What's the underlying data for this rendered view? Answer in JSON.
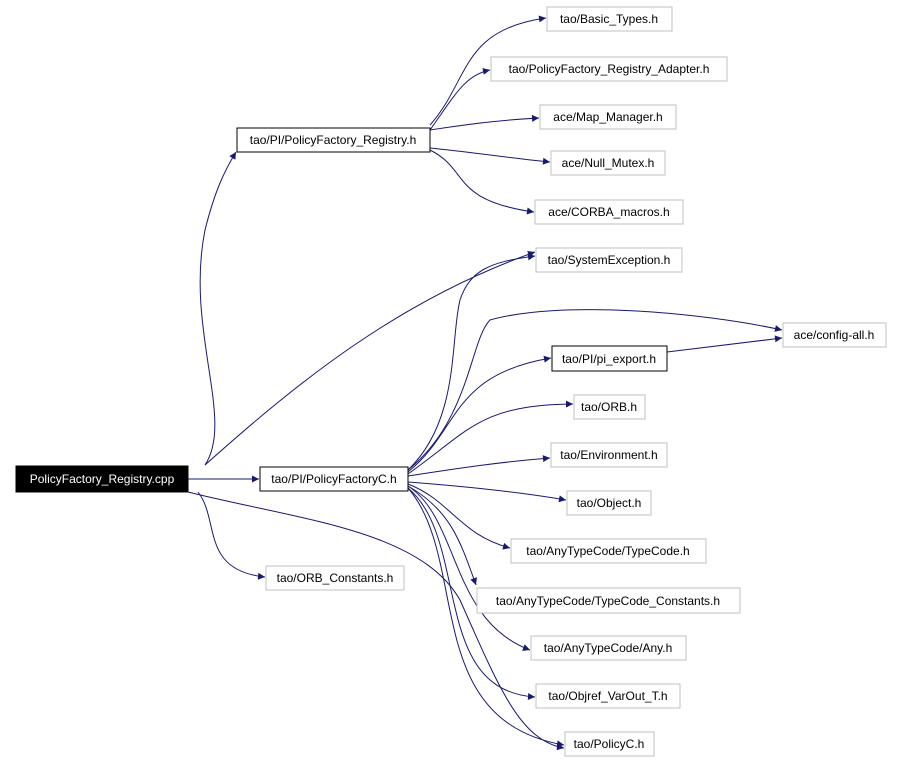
{
  "graph": {
    "nodes": [
      {
        "id": "root",
        "label": "PolicyFactory_Registry.cpp",
        "kind": "root"
      },
      {
        "id": "reg",
        "label": "tao/PI/PolicyFactory_Registry.h",
        "kind": "documented"
      },
      {
        "id": "pfc",
        "label": "tao/PI/PolicyFactoryC.h",
        "kind": "documented"
      },
      {
        "id": "orbc",
        "label": "tao/ORB_Constants.h",
        "kind": "external"
      },
      {
        "id": "basic",
        "label": "tao/Basic_Types.h",
        "kind": "external"
      },
      {
        "id": "adapter",
        "label": "tao/PolicyFactory_Registry_Adapter.h",
        "kind": "external"
      },
      {
        "id": "map",
        "label": "ace/Map_Manager.h",
        "kind": "external"
      },
      {
        "id": "null",
        "label": "ace/Null_Mutex.h",
        "kind": "external"
      },
      {
        "id": "corba",
        "label": "ace/CORBA_macros.h",
        "kind": "external"
      },
      {
        "id": "sysex",
        "label": "tao/SystemException.h",
        "kind": "external"
      },
      {
        "id": "config",
        "label": "ace/config-all.h",
        "kind": "external"
      },
      {
        "id": "piexp",
        "label": "tao/PI/pi_export.h",
        "kind": "documented"
      },
      {
        "id": "orb",
        "label": "tao/ORB.h",
        "kind": "external"
      },
      {
        "id": "env",
        "label": "tao/Environment.h",
        "kind": "external"
      },
      {
        "id": "obj",
        "label": "tao/Object.h",
        "kind": "external"
      },
      {
        "id": "tc",
        "label": "tao/AnyTypeCode/TypeCode.h",
        "kind": "external"
      },
      {
        "id": "tcc",
        "label": "tao/AnyTypeCode/TypeCode_Constants.h",
        "kind": "external"
      },
      {
        "id": "any",
        "label": "tao/AnyTypeCode/Any.h",
        "kind": "external"
      },
      {
        "id": "objref",
        "label": "tao/Objref_VarOut_T.h",
        "kind": "external"
      },
      {
        "id": "policyc",
        "label": "tao/PolicyC.h",
        "kind": "external"
      }
    ],
    "edges": [
      [
        "root",
        "reg"
      ],
      [
        "root",
        "pfc"
      ],
      [
        "root",
        "orbc"
      ],
      [
        "root",
        "sysex"
      ],
      [
        "root",
        "policyc"
      ],
      [
        "reg",
        "basic"
      ],
      [
        "reg",
        "adapter"
      ],
      [
        "reg",
        "map"
      ],
      [
        "reg",
        "null"
      ],
      [
        "reg",
        "corba"
      ],
      [
        "pfc",
        "sysex"
      ],
      [
        "pfc",
        "config"
      ],
      [
        "pfc",
        "piexp"
      ],
      [
        "pfc",
        "orb"
      ],
      [
        "pfc",
        "env"
      ],
      [
        "pfc",
        "obj"
      ],
      [
        "pfc",
        "tc"
      ],
      [
        "pfc",
        "tcc"
      ],
      [
        "pfc",
        "any"
      ],
      [
        "pfc",
        "objref"
      ],
      [
        "pfc",
        "policyc"
      ],
      [
        "piexp",
        "config"
      ]
    ],
    "colors": {
      "edge": "#191970",
      "root_fill": "#000000",
      "external_border": "#c0c0c0",
      "documented_border": "#000000"
    }
  }
}
